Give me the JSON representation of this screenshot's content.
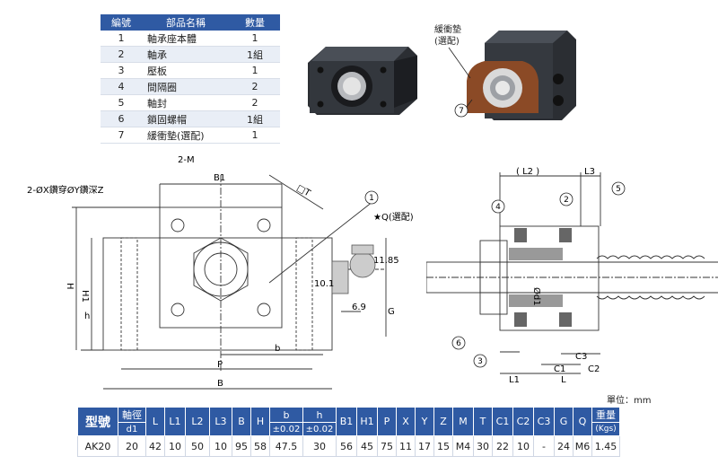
{
  "parts_table": {
    "headers": [
      "編號",
      "部品名稱",
      "數量"
    ],
    "rows": [
      [
        "1",
        "軸承座本體",
        "1"
      ],
      [
        "2",
        "軸承",
        "1組"
      ],
      [
        "3",
        "壓板",
        "1"
      ],
      [
        "4",
        "間隔圈",
        "2"
      ],
      [
        "5",
        "軸封",
        "2"
      ],
      [
        "6",
        "鎖固螺帽",
        "1組"
      ],
      [
        "7",
        "緩衝墊(選配)",
        "1"
      ]
    ]
  },
  "photo_labels": {
    "callout": "緩衝墊\n(選配)",
    "callout_line1": "緩衝墊",
    "callout_line2": "(選配)",
    "number": "7"
  },
  "front_view": {
    "hole_label": "2-ØX鑽穿ØY鑽深Z",
    "m_label": "2-M",
    "b1": "B1",
    "t": "□T",
    "h1": "H1",
    "h": "H",
    "h_small": "h",
    "b_small": "b",
    "p": "P",
    "b": "B",
    "g": "G",
    "grease_label": "★Q(選配)",
    "dim_1185": "11.85",
    "dim_101": "10.1",
    "dim_69": "6.9",
    "balloon_1": "1"
  },
  "section_view": {
    "l2": "( L2 )",
    "l3": "L3",
    "l1": "L1",
    "l": "L",
    "c1": "C1",
    "c2": "C2",
    "c3": "C3",
    "d1": "Ød1",
    "balloons": [
      "2",
      "3",
      "4",
      "5",
      "6"
    ]
  },
  "unit_label": "單位：mm",
  "spec_table": {
    "model_header": "型號",
    "shaft_header": "軸徑",
    "shaft_sub": "d1",
    "cols": [
      "L",
      "L1",
      "L2",
      "L3",
      "B",
      "H"
    ],
    "b_header": "b",
    "b_tol": "±0.02",
    "h_header": "h",
    "h_tol": "±0.02",
    "cols2": [
      "B1",
      "H1",
      "P",
      "X",
      "Y",
      "Z",
      "M",
      "T",
      "C1",
      "C2",
      "C3",
      "G",
      "Q"
    ],
    "weight_header": "重量",
    "weight_unit": "(Kgs)",
    "row": [
      "AK20",
      "20",
      "42",
      "10",
      "50",
      "10",
      "95",
      "58",
      "47.5",
      "30",
      "56",
      "45",
      "75",
      "11",
      "17",
      "15",
      "M4",
      "30",
      "22",
      "10",
      "-",
      "24",
      "M6",
      "1.45"
    ]
  }
}
